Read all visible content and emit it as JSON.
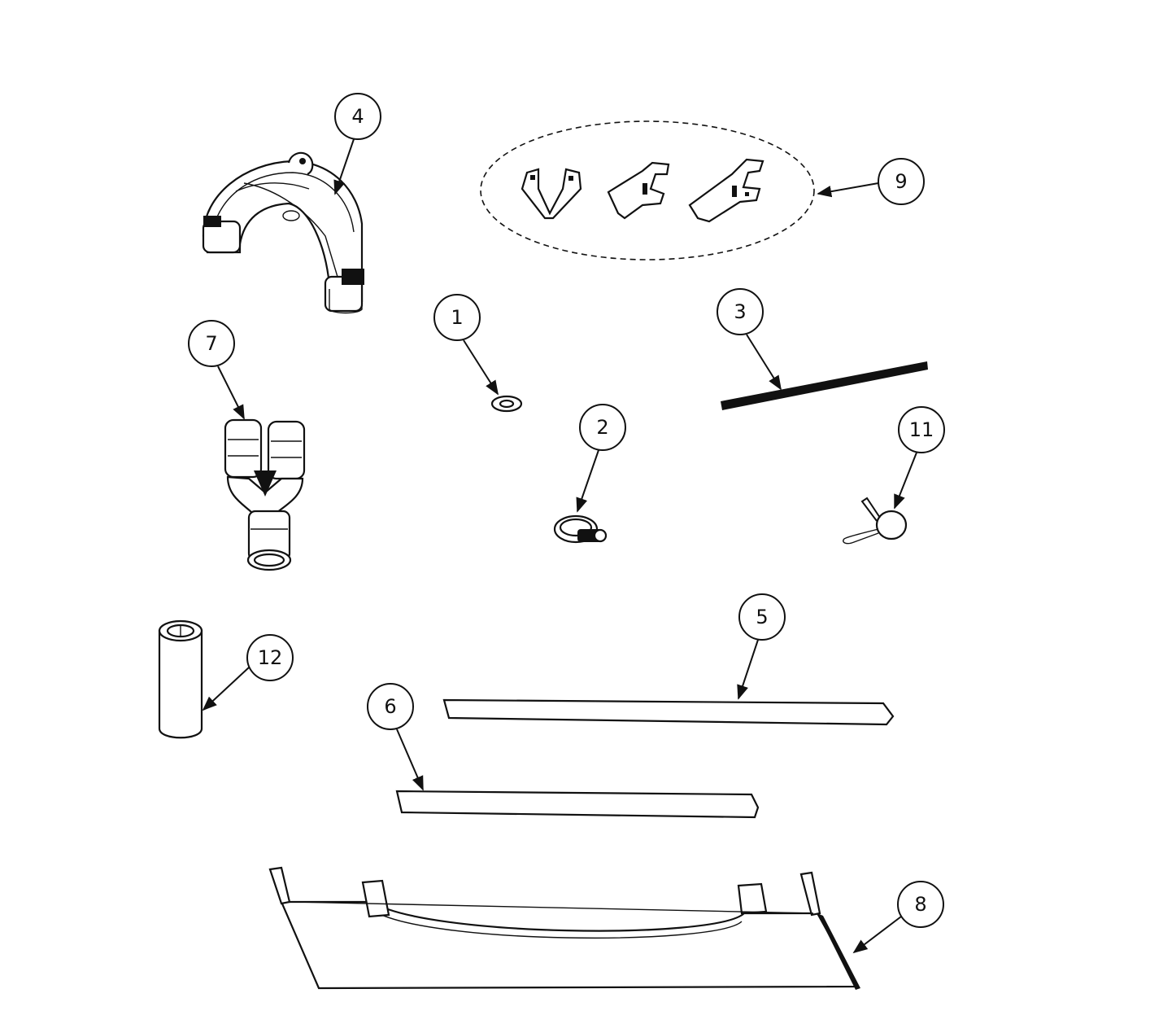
{
  "callouts": [
    {
      "id": "c4",
      "label": "4"
    },
    {
      "id": "c9",
      "label": "9"
    },
    {
      "id": "c1",
      "label": "1"
    },
    {
      "id": "c3",
      "label": "3"
    },
    {
      "id": "c7",
      "label": "7"
    },
    {
      "id": "c2",
      "label": "2"
    },
    {
      "id": "c11",
      "label": "11"
    },
    {
      "id": "c5",
      "label": "5"
    },
    {
      "id": "c12",
      "label": "12"
    },
    {
      "id": "c6",
      "label": "6"
    },
    {
      "id": "c8",
      "label": "8"
    }
  ]
}
